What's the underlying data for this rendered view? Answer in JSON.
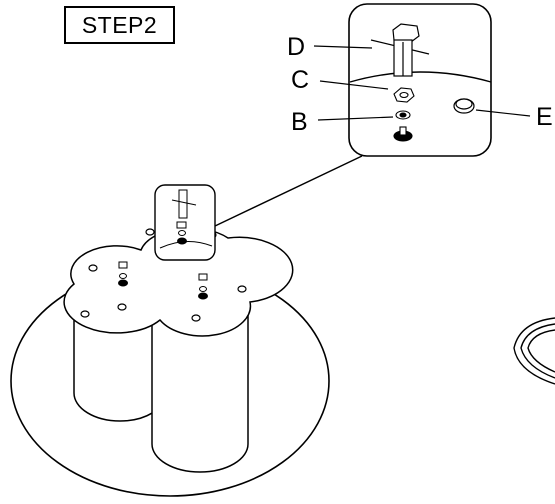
{
  "step_label": "STEP2",
  "callouts": {
    "d": "D",
    "c": "C",
    "b": "B",
    "e": "E"
  },
  "colors": {
    "stroke": "#000000",
    "background": "#ffffff",
    "tube_fill": "#f6f6f6"
  }
}
